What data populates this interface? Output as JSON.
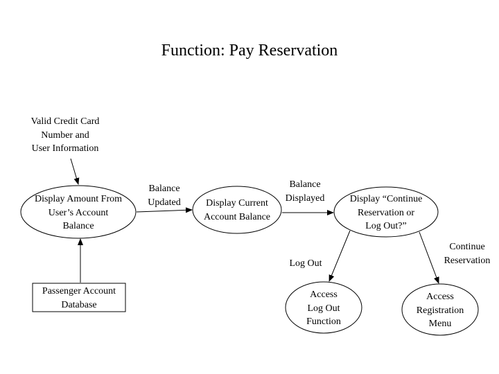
{
  "title": "Function: Pay Reservation",
  "nodes": {
    "display_amount": "Display Amount From\nUser’s Account\nBalance",
    "display_current": "Display Current\nAccount Balance",
    "display_continue": "Display “Continue\nReservation or\nLog Out?”",
    "access_logout": "Access\nLog Out\nFunction",
    "access_registration": "Access\nRegistration\nMenu",
    "passenger_db": "Passenger Account\nDatabase"
  },
  "labels": {
    "valid_credit": "Valid Credit Card\nNumber and\nUser Information",
    "balance_updated": "Balance\nUpdated",
    "balance_displayed": "Balance\nDisplayed",
    "log_out": "Log Out",
    "continue_reservation": "Continue\nReservation"
  }
}
